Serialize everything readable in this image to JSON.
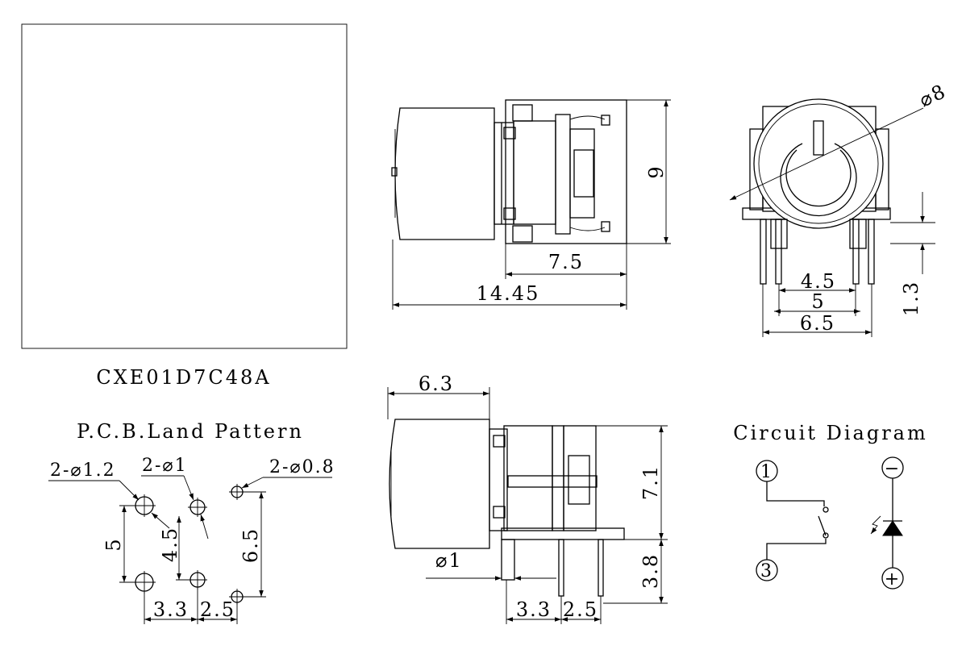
{
  "part_number": "CXE01D7C48A",
  "titles": {
    "land_pattern": "P.C.B.Land Pattern",
    "circuit": "Circuit Diagram"
  },
  "top_view": {
    "dim_width_body": "7.5",
    "dim_total_length": "14.45",
    "dim_height": "9"
  },
  "end_view": {
    "dim_diameter": "⌀8",
    "dim_4_5": "4.5",
    "dim_5": "5",
    "dim_6_5": "6.5",
    "dim_1_3": "1.3"
  },
  "side_view": {
    "dim_6_3": "6.3",
    "dim_7_1": "7.1",
    "dim_3_8": "3.8",
    "dim_pin_dia": "⌀1",
    "dim_3_3": "3.3",
    "dim_2_5": "2.5"
  },
  "land_pattern": {
    "hole_a": "2-⌀1.2",
    "hole_b": "2-⌀1",
    "hole_c": "2-⌀0.8",
    "dim_5": "5",
    "dim_4_5": "4.5",
    "dim_6_5": "6.5",
    "dim_3_3": "3.3",
    "dim_2_5": "2.5"
  },
  "circuit": {
    "pin1": "1",
    "pin3": "3",
    "minus": "−",
    "plus": "+"
  }
}
